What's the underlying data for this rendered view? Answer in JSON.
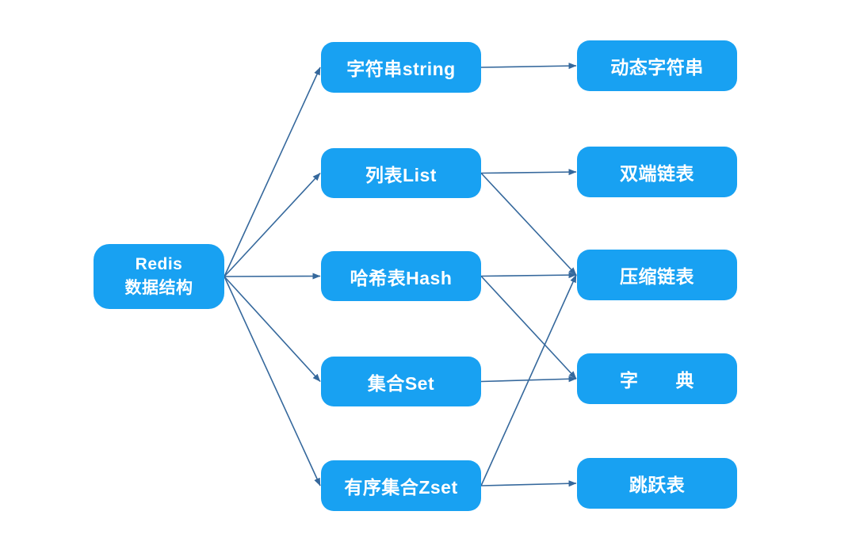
{
  "diagram": {
    "nodes": {
      "root": {
        "label_line1": "Redis",
        "label_line2": "数据结构"
      },
      "string": {
        "label": "字符串string"
      },
      "list": {
        "label": "列表List"
      },
      "hash": {
        "label": "哈希表Hash"
      },
      "set": {
        "label": "集合Set"
      },
      "zset": {
        "label": "有序集合Zset"
      },
      "sds": {
        "label": "动态字符串"
      },
      "linkedlist": {
        "label": "双端链表"
      },
      "ziplist": {
        "label": "压缩链表"
      },
      "dict": {
        "label": "字　　典"
      },
      "skiplist": {
        "label": "跳跃表"
      }
    },
    "edges": [
      {
        "from": "root",
        "to": "string"
      },
      {
        "from": "root",
        "to": "list"
      },
      {
        "from": "root",
        "to": "hash"
      },
      {
        "from": "root",
        "to": "set"
      },
      {
        "from": "root",
        "to": "zset"
      },
      {
        "from": "string",
        "to": "sds"
      },
      {
        "from": "list",
        "to": "linkedlist"
      },
      {
        "from": "list",
        "to": "ziplist"
      },
      {
        "from": "hash",
        "to": "ziplist"
      },
      {
        "from": "hash",
        "to": "dict"
      },
      {
        "from": "set",
        "to": "dict"
      },
      {
        "from": "zset",
        "to": "ziplist"
      },
      {
        "from": "zset",
        "to": "skiplist"
      }
    ],
    "colors": {
      "node_fill": "#18A1F2",
      "node_text": "#FFFFFF",
      "edge": "#35689C",
      "background": "#FFFFFF"
    }
  }
}
